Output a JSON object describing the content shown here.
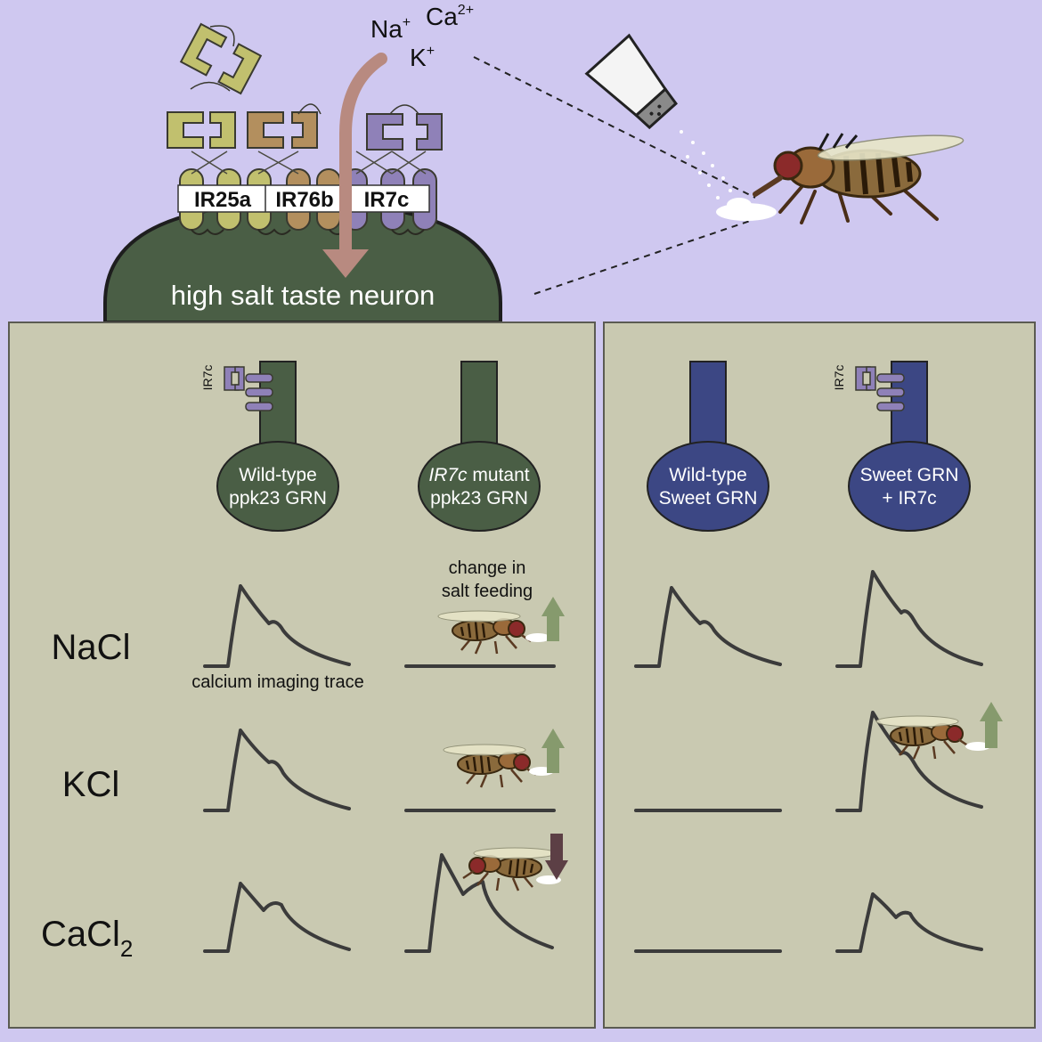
{
  "colors": {
    "background": "#cfc8f0",
    "panel": "#c9c9b1",
    "panel_border": "#5b5b52",
    "neuron_green": "#4a5e45",
    "sweet_blue": "#3c4784",
    "ir25a": "#c1c06e",
    "ir76b": "#b38f5e",
    "ir7c": "#8f81b8",
    "ion_arrow": "#b88a80",
    "trace": "#3b3b3b",
    "arrow_up": "#869a6d",
    "arrow_down": "#5c3f45"
  },
  "ions": {
    "na": "Na",
    "na_charge": "+",
    "ca": "Ca",
    "ca_charge": "2+",
    "k": "K",
    "k_charge": "+"
  },
  "receptors": {
    "ir25a": "IR25a",
    "ir76b": "IR76b",
    "ir7c": "IR7c"
  },
  "neuron_label": "high salt taste neuron",
  "small_ir7c_label": "IR7c",
  "neurons": {
    "n1_line1": "Wild-type",
    "n1_line2": "ppk23 GRN",
    "n2_line1_italic": "IR7c",
    "n2_line1_rest": " mutant",
    "n2_line2": "ppk23 GRN",
    "n3_line1": "Wild-type",
    "n3_line2": "Sweet GRN",
    "n4_line1": "Sweet GRN",
    "n4_line2": "+ IR7c"
  },
  "rows": {
    "nacl": "NaCl",
    "kcl": "KCl",
    "cacl_base": "CaCl",
    "cacl_sub": "2"
  },
  "annotations": {
    "feeding_line1": "change in",
    "feeding_line2": "salt feeding",
    "trace_caption": "calcium imaging trace"
  },
  "icons": [
    "salt-shaker-icon",
    "fly-icon",
    "arrow-up-icon",
    "arrow-down-icon"
  ]
}
